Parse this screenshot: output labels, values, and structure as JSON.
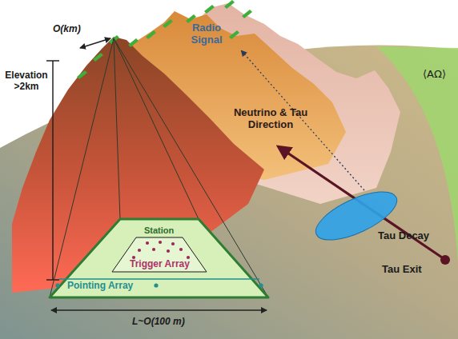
{
  "diagram": {
    "nodes": [
      {
        "text": [
          "Pointing Array"
        ]
      },
      {
        "text": [
          "Station",
          "Trigger Array"
        ],
        "in": 0
      },
      {
        "text": [
          "Tau Decay"
        ]
      },
      {
        "text": [
          "Tau Exit"
        ]
      }
    ],
    "edges": [],
    "labels": [
      "Elevation >2km",
      "O(km)",
      "Radio Signal",
      "Neutrino & Tau Direction",
      "⟨AΩ⟩",
      "L~O(100 m)"
    ]
  }
}
